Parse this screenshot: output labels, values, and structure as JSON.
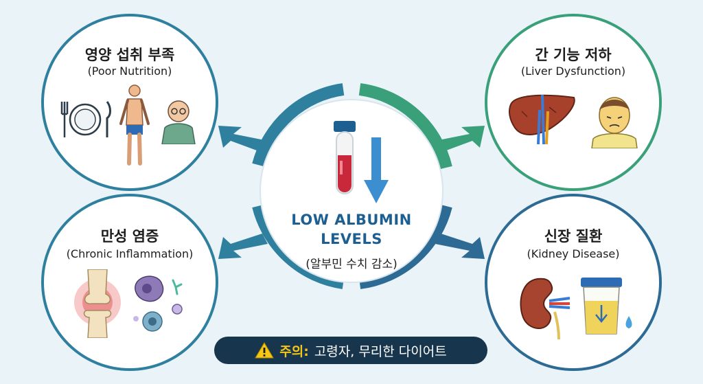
{
  "center": {
    "title_line1": "LOW ALBUMIN",
    "title_line2": "LEVELS",
    "subtitle": "(알부민 수치 감소)"
  },
  "causes": {
    "top_left": {
      "title": "영양 섭취 부족",
      "subtitle": "(Poor Nutrition)"
    },
    "top_right": {
      "title": "간 기능 저하",
      "subtitle": "(Liver Dysfunction)"
    },
    "bottom_left": {
      "title": "만성 염증",
      "subtitle": "(Chronic Inflammation)"
    },
    "bottom_right": {
      "title": "신장 질환",
      "subtitle": "(Kidney Disease)"
    }
  },
  "warning": {
    "label": "주의:",
    "text": "고령자, 무리한 다이어트",
    "icon": "warning-triangle-icon"
  },
  "colors": {
    "ring_teal": "#2f7f9e",
    "ring_green": "#3aa07a",
    "ring_navy": "#2d6b95",
    "accent_title": "#1e5f92",
    "banner_bg": "#17364d",
    "warning_yellow": "#f5c518"
  }
}
